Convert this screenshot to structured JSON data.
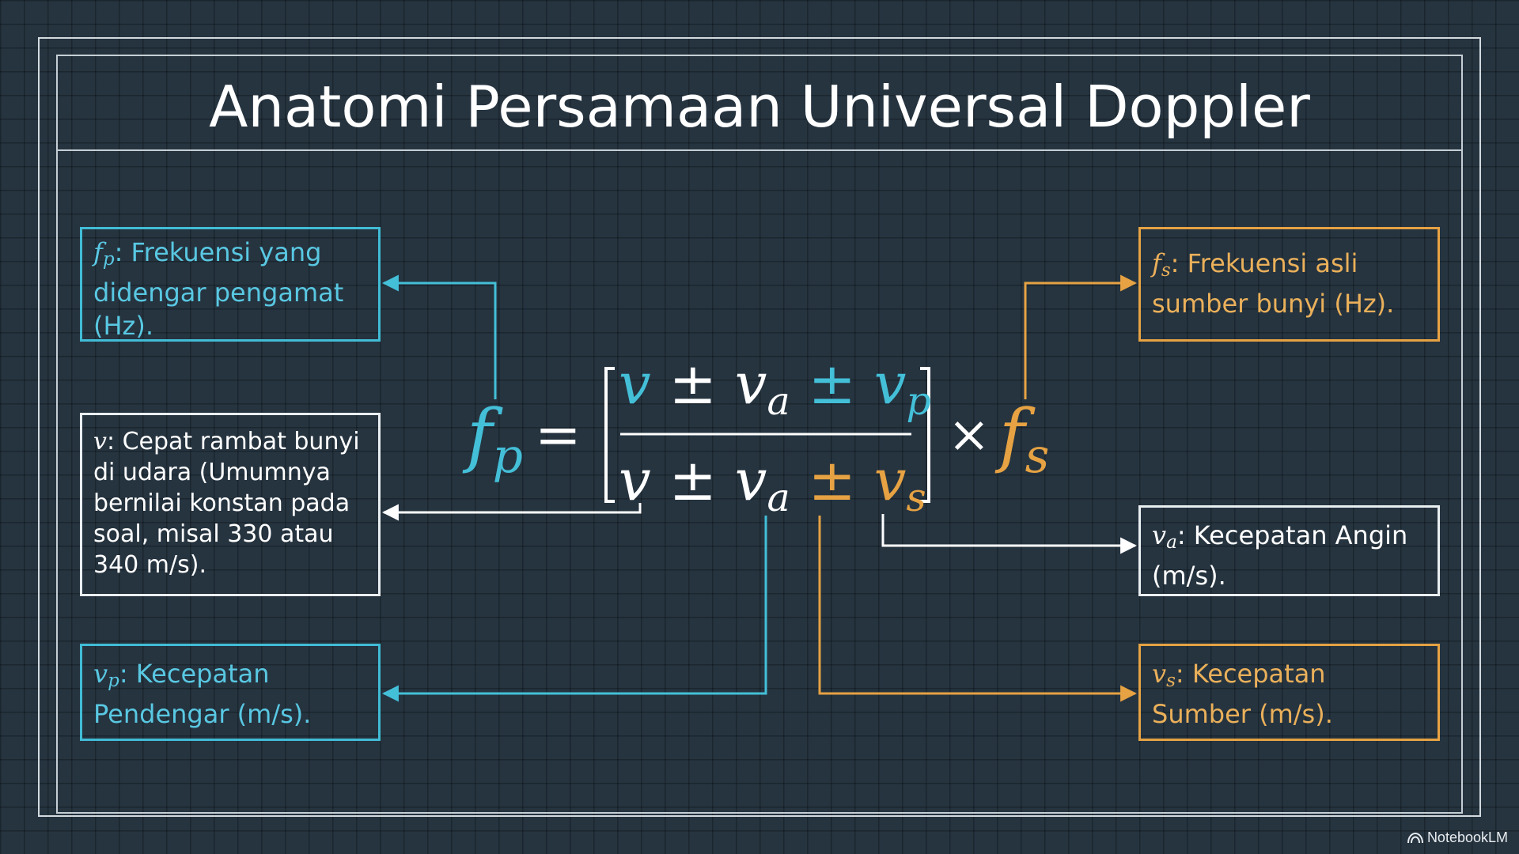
{
  "title": "Anatomi Persamaan Universal Doppler",
  "equation": {
    "lhs": {
      "base": "f",
      "sub": "p"
    },
    "equals": "=",
    "numerator": {
      "v": "v",
      "op1": "±",
      "va": {
        "base": "v",
        "sub": "a"
      },
      "op2": "±",
      "vp": {
        "base": "v",
        "sub": "p"
      }
    },
    "denominator": {
      "v": "v",
      "op1": "±",
      "va": {
        "base": "v",
        "sub": "a"
      },
      "op2": "±",
      "vs": {
        "base": "v",
        "sub": "s"
      }
    },
    "times": "×",
    "fs": {
      "base": "f",
      "sub": "s"
    }
  },
  "definitions": {
    "fp": {
      "symbol": "f",
      "sub": "p",
      "text": ": Frekuensi yang didengar pengamat (Hz)."
    },
    "v": {
      "symbol": "v",
      "sub": "",
      "text": ": Cepat rambat bunyi di udara (Umumnya bernilai konstan pada soal, misal 330 atau 340 m/s)."
    },
    "vp": {
      "symbol": "v",
      "sub": "p",
      "text": ": Kecepatan Pendengar (m/s)."
    },
    "fs": {
      "symbol": "f",
      "sub": "s",
      "text": ": Frekuensi asli sumber bunyi (Hz)."
    },
    "va": {
      "symbol": "v",
      "sub": "a",
      "text": ": Kecepatan Angin (m/s)."
    },
    "vs": {
      "symbol": "v",
      "sub": "s",
      "text": ": Kecepatan Sumber (m/s)."
    }
  },
  "colors": {
    "background": "#263440",
    "cyan": "#44bfd8",
    "orange": "#e6a243",
    "white": "#ffffff"
  },
  "brand": {
    "name": "NotebookLM",
    "icon": "notebooklm-logo-icon"
  }
}
